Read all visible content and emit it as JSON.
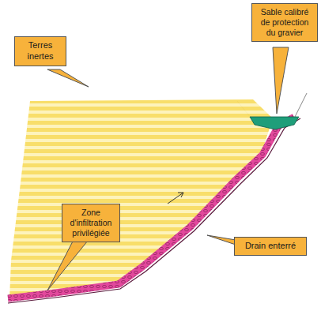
{
  "diagram": {
    "nodes": [
      {
        "text": [
          "Terres inertes"
        ]
      },
      {
        "text": [
          "Sable calibré de protection du gravier"
        ]
      },
      {
        "text": [
          "Zone d'infiltration privilégiée"
        ]
      },
      {
        "text": [
          "Drain enterré"
        ]
      }
    ]
  }
}
